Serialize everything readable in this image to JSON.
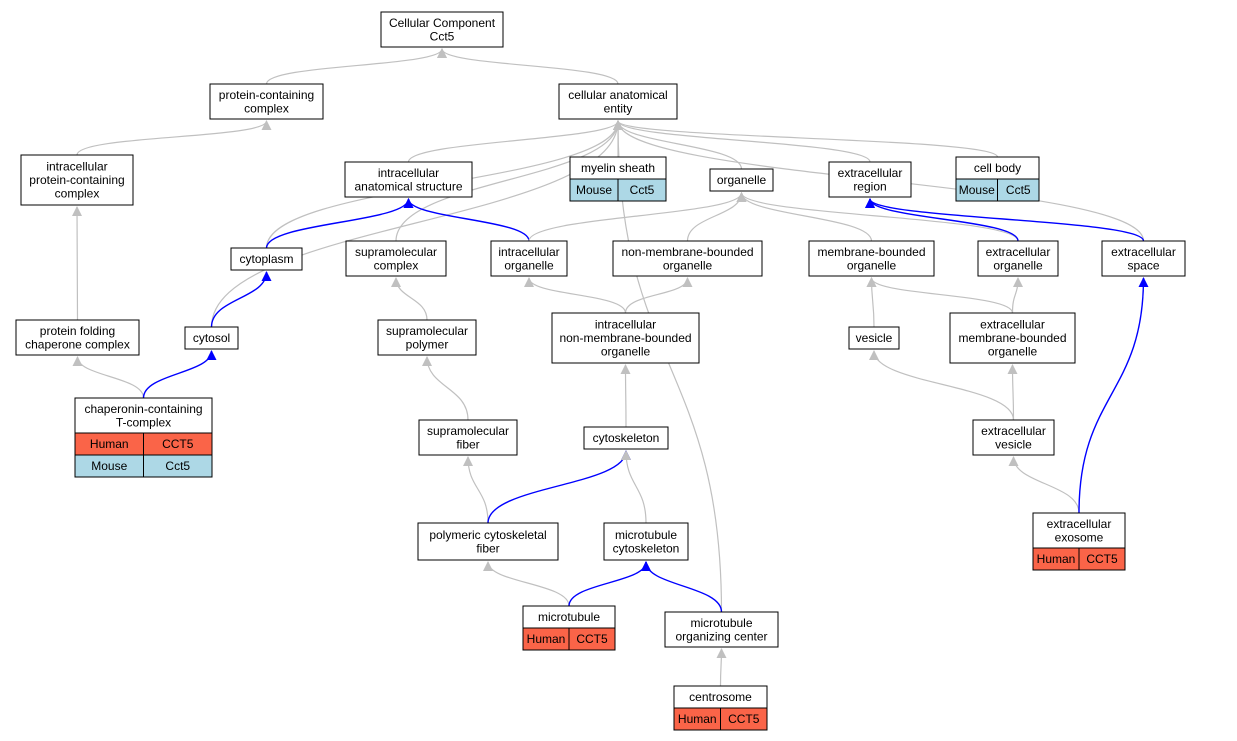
{
  "colors": {
    "edge_gray": "#c0c0c0",
    "edge_blue": "#0000ff",
    "human_fill": "#fa6448",
    "mouse_fill": "#add8e6",
    "node_border": "#000000",
    "background": "#ffffff"
  },
  "nodes": {
    "root": {
      "lines": [
        "Cellular Component",
        "Cct5"
      ]
    },
    "protein_containing_complex": {
      "lines": [
        "protein-containing",
        "complex"
      ]
    },
    "cellular_anatomical_entity": {
      "lines": [
        "cellular anatomical",
        "entity"
      ]
    },
    "intracellular_protein_containing_complex": {
      "lines": [
        "intracellular",
        "protein-containing",
        "complex"
      ]
    },
    "intracellular_anatomical_structure": {
      "lines": [
        "intracellular",
        "anatomical structure"
      ]
    },
    "myelin_sheath": {
      "lines": [
        "myelin sheath"
      ],
      "tags": [
        [
          "Mouse",
          "Cct5"
        ]
      ]
    },
    "organelle": {
      "lines": [
        "organelle"
      ]
    },
    "extracellular_region": {
      "lines": [
        "extracellular",
        "region"
      ]
    },
    "cell_body": {
      "lines": [
        "cell body"
      ],
      "tags": [
        [
          "Mouse",
          "Cct5"
        ]
      ]
    },
    "cytoplasm": {
      "lines": [
        "cytoplasm"
      ]
    },
    "supramolecular_complex": {
      "lines": [
        "supramolecular",
        "complex"
      ]
    },
    "intracellular_organelle": {
      "lines": [
        "intracellular",
        "organelle"
      ]
    },
    "non_membrane_bounded_organelle": {
      "lines": [
        "non-membrane-bounded",
        "organelle"
      ]
    },
    "membrane_bounded_organelle": {
      "lines": [
        "membrane-bounded",
        "organelle"
      ]
    },
    "extracellular_organelle": {
      "lines": [
        "extracellular",
        "organelle"
      ]
    },
    "extracellular_space": {
      "lines": [
        "extracellular",
        "space"
      ]
    },
    "protein_folding_chaperone_complex": {
      "lines": [
        "protein folding",
        "chaperone complex"
      ]
    },
    "cytosol": {
      "lines": [
        "cytosol"
      ]
    },
    "supramolecular_polymer": {
      "lines": [
        "supramolecular",
        "polymer"
      ]
    },
    "intracellular_non_membrane_bounded_organelle": {
      "lines": [
        "intracellular",
        "non-membrane-bounded",
        "organelle"
      ]
    },
    "vesicle": {
      "lines": [
        "vesicle"
      ]
    },
    "extracellular_membrane_bounded_organelle": {
      "lines": [
        "extracellular",
        "membrane-bounded",
        "organelle"
      ]
    },
    "chaperonin_containing_t_complex": {
      "lines": [
        "chaperonin-containing",
        "T-complex"
      ],
      "tags": [
        [
          "Human",
          "CCT5"
        ],
        [
          "Mouse",
          "Cct5"
        ]
      ]
    },
    "supramolecular_fiber": {
      "lines": [
        "supramolecular",
        "fiber"
      ]
    },
    "cytoskeleton": {
      "lines": [
        "cytoskeleton"
      ]
    },
    "extracellular_vesicle": {
      "lines": [
        "extracellular",
        "vesicle"
      ]
    },
    "polymeric_cytoskeletal_fiber": {
      "lines": [
        "polymeric cytoskeletal",
        "fiber"
      ]
    },
    "microtubule_cytoskeleton": {
      "lines": [
        "microtubule",
        "cytoskeleton"
      ]
    },
    "extracellular_exosome": {
      "lines": [
        "extracellular",
        "exosome"
      ],
      "tags": [
        [
          "Human",
          "CCT5"
        ]
      ]
    },
    "microtubule": {
      "lines": [
        "microtubule"
      ],
      "tags": [
        [
          "Human",
          "CCT5"
        ]
      ]
    },
    "microtubule_organizing_center": {
      "lines": [
        "microtubule",
        "organizing center"
      ]
    },
    "centrosome": {
      "lines": [
        "centrosome"
      ],
      "tags": [
        [
          "Human",
          "CCT5"
        ]
      ]
    }
  },
  "edges": [
    {
      "from": "protein_containing_complex",
      "to": "root",
      "color": "gray"
    },
    {
      "from": "cellular_anatomical_entity",
      "to": "root",
      "color": "gray"
    },
    {
      "from": "intracellular_protein_containing_complex",
      "to": "protein_containing_complex",
      "color": "gray"
    },
    {
      "from": "intracellular_anatomical_structure",
      "to": "cellular_anatomical_entity",
      "color": "gray"
    },
    {
      "from": "myelin_sheath",
      "to": "cellular_anatomical_entity",
      "color": "gray"
    },
    {
      "from": "organelle",
      "to": "cellular_anatomical_entity",
      "color": "gray"
    },
    {
      "from": "extracellular_region",
      "to": "cellular_anatomical_entity",
      "color": "gray"
    },
    {
      "from": "cell_body",
      "to": "cellular_anatomical_entity",
      "color": "gray"
    },
    {
      "from": "cytoplasm",
      "to": "cellular_anatomical_entity",
      "color": "gray"
    },
    {
      "from": "cytosol",
      "to": "cellular_anatomical_entity",
      "color": "gray"
    },
    {
      "from": "supramolecular_complex",
      "to": "cellular_anatomical_entity",
      "color": "gray"
    },
    {
      "from": "extracellular_space",
      "to": "cellular_anatomical_entity",
      "color": "gray"
    },
    {
      "from": "microtubule_organizing_center",
      "to": "cellular_anatomical_entity",
      "color": "gray"
    },
    {
      "from": "cytoplasm",
      "to": "intracellular_anatomical_structure",
      "color": "blue"
    },
    {
      "from": "intracellular_organelle",
      "to": "intracellular_anatomical_structure",
      "color": "blue"
    },
    {
      "from": "intracellular_organelle",
      "to": "organelle",
      "color": "gray"
    },
    {
      "from": "non_membrane_bounded_organelle",
      "to": "organelle",
      "color": "gray"
    },
    {
      "from": "membrane_bounded_organelle",
      "to": "organelle",
      "color": "gray"
    },
    {
      "from": "extracellular_organelle",
      "to": "organelle",
      "color": "gray"
    },
    {
      "from": "extracellular_organelle",
      "to": "extracellular_region",
      "color": "blue"
    },
    {
      "from": "extracellular_space",
      "to": "extracellular_region",
      "color": "blue"
    },
    {
      "from": "protein_folding_chaperone_complex",
      "to": "intracellular_protein_containing_complex",
      "color": "gray"
    },
    {
      "from": "cytosol",
      "to": "cytoplasm",
      "color": "blue"
    },
    {
      "from": "supramolecular_polymer",
      "to": "supramolecular_complex",
      "color": "gray"
    },
    {
      "from": "intracellular_non_membrane_bounded_organelle",
      "to": "intracellular_organelle",
      "color": "gray"
    },
    {
      "from": "intracellular_non_membrane_bounded_organelle",
      "to": "non_membrane_bounded_organelle",
      "color": "gray"
    },
    {
      "from": "vesicle",
      "to": "membrane_bounded_organelle",
      "color": "gray"
    },
    {
      "from": "extracellular_membrane_bounded_organelle",
      "to": "membrane_bounded_organelle",
      "color": "gray"
    },
    {
      "from": "extracellular_membrane_bounded_organelle",
      "to": "extracellular_organelle",
      "color": "gray"
    },
    {
      "from": "chaperonin_containing_t_complex",
      "to": "protein_folding_chaperone_complex",
      "color": "gray"
    },
    {
      "from": "chaperonin_containing_t_complex",
      "to": "cytosol",
      "color": "blue"
    },
    {
      "from": "supramolecular_fiber",
      "to": "supramolecular_polymer",
      "color": "gray"
    },
    {
      "from": "cytoskeleton",
      "to": "intracellular_non_membrane_bounded_organelle",
      "color": "gray"
    },
    {
      "from": "extracellular_vesicle",
      "to": "vesicle",
      "color": "gray"
    },
    {
      "from": "extracellular_vesicle",
      "to": "extracellular_membrane_bounded_organelle",
      "color": "gray"
    },
    {
      "from": "polymeric_cytoskeletal_fiber",
      "to": "supramolecular_fiber",
      "color": "gray"
    },
    {
      "from": "polymeric_cytoskeletal_fiber",
      "to": "cytoskeleton",
      "color": "blue"
    },
    {
      "from": "microtubule_cytoskeleton",
      "to": "cytoskeleton",
      "color": "gray"
    },
    {
      "from": "extracellular_exosome",
      "to": "extracellular_vesicle",
      "color": "gray"
    },
    {
      "from": "extracellular_exosome",
      "to": "extracellular_space",
      "color": "blue"
    },
    {
      "from": "microtubule",
      "to": "polymeric_cytoskeletal_fiber",
      "color": "gray"
    },
    {
      "from": "microtubule",
      "to": "microtubule_cytoskeleton",
      "color": "blue"
    },
    {
      "from": "microtubule_organizing_center",
      "to": "microtubule_cytoskeleton",
      "color": "blue"
    },
    {
      "from": "centrosome",
      "to": "microtubule_organizing_center",
      "color": "gray"
    }
  ]
}
